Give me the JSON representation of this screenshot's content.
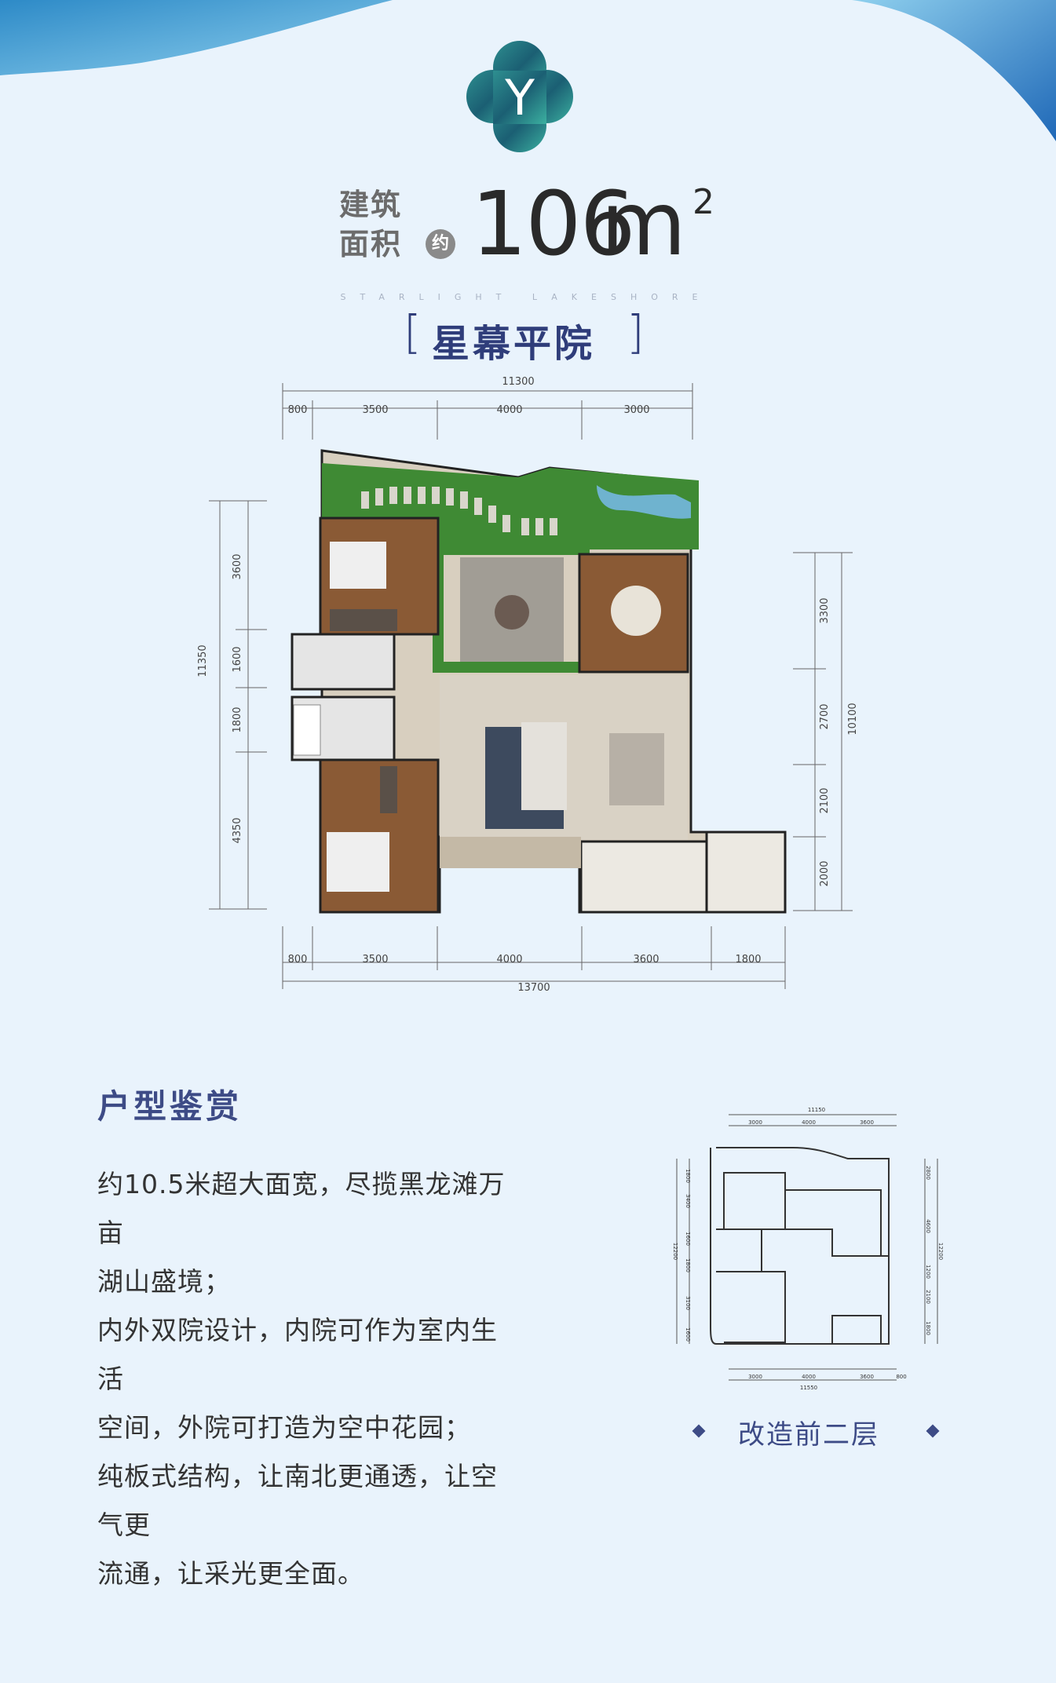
{
  "header": {
    "logo_letter": "Y",
    "area_label_line1": "建筑",
    "area_label_line2": "面积",
    "approx_badge": "约",
    "area_number": "106",
    "area_unit": "m",
    "area_superscript": "2",
    "english_subtitle": "STARLIGHT LAKESHORE",
    "title": "星幕平院",
    "bracket_left": "[",
    "bracket_right": "]"
  },
  "main_plan": {
    "top_total": "11300",
    "top_dims": [
      "800",
      "3500",
      "4000",
      "3000"
    ],
    "bottom_dims": [
      "800",
      "3500",
      "4000",
      "3600",
      "1800"
    ],
    "bottom_total": "13700",
    "left_total": "11350",
    "left_dims": [
      "3600",
      "1600",
      "1800",
      "4350"
    ],
    "right_total": "10100",
    "right_dims": [
      "3300",
      "2700",
      "2100",
      "2000"
    ]
  },
  "appreciation": {
    "heading": "户型鉴赏",
    "lines": [
      "约10.5米超大面宽，尽揽黑龙滩万亩",
      "湖山盛境；",
      "内外双院设计，内院可作为室内生活",
      "空间，外院可打造为空中花园；",
      "纯板式结构，让南北更通透，让空气更",
      "流通，让采光更全面。"
    ]
  },
  "small_plan": {
    "caption": "改造前二层",
    "top_total": "11150",
    "top_dims": [
      "3000",
      "4000",
      "3600"
    ],
    "bottom_dims": [
      "3000",
      "4000",
      "3600",
      "800"
    ],
    "bottom_total": "11550",
    "left_total": "12200",
    "left_dims": [
      "1800",
      "3400",
      "1600",
      "1800",
      "3100",
      "1600"
    ],
    "right_total": "12200",
    "right_dims": [
      "2800",
      "4600",
      "1200",
      "2100",
      "1800"
    ]
  },
  "colors": {
    "background": "#e9f3fc",
    "accent_navy": "#3d4b86",
    "logo_teal": "#1f6e78",
    "grass": "#3f8a34",
    "wood": "#8a5a35"
  }
}
